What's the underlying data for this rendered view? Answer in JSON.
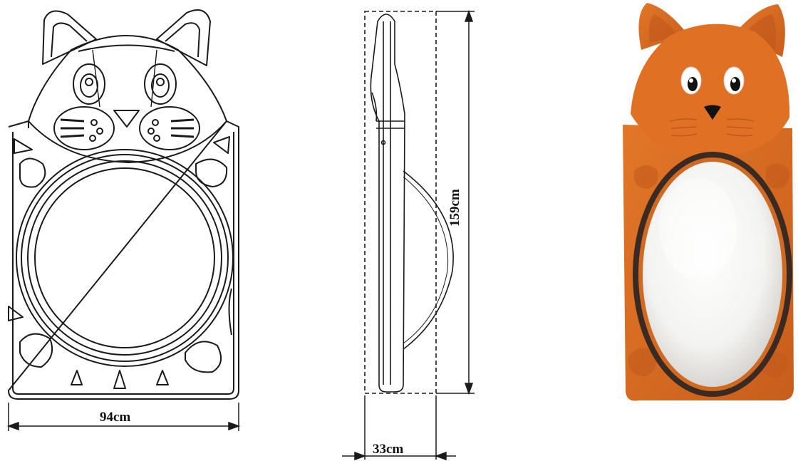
{
  "dimensions": {
    "width": "94cm",
    "depth": "33cm",
    "height": "159cm"
  },
  "colors": {
    "line": "#1a1a1a",
    "panel_orange": "#d9681f",
    "panel_orange_dark": "#b9531a",
    "dome_white": "#f6f6f4",
    "ring_dark": "#3a2a22"
  },
  "views": [
    "front-line-drawing",
    "side-line-drawing",
    "rendered-3d-view"
  ]
}
